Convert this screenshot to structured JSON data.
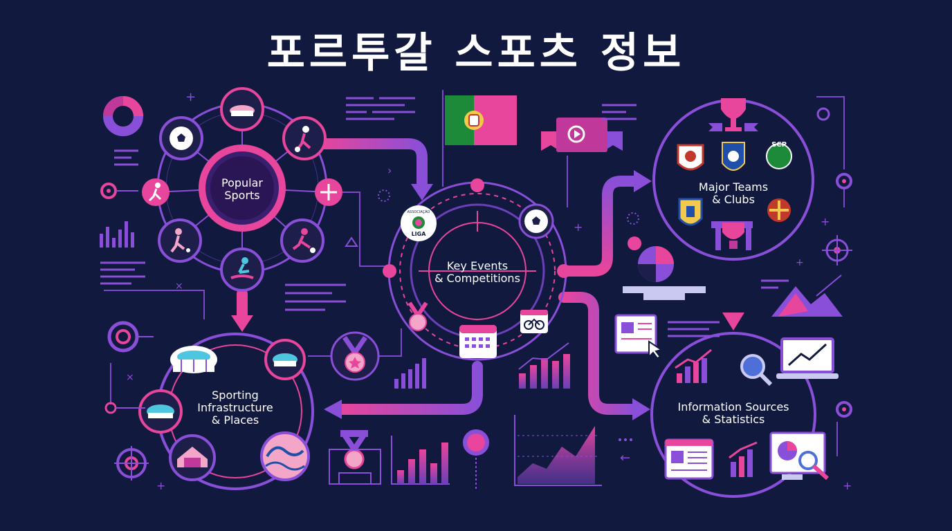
{
  "title": "포르투갈 스포츠 정보",
  "colors": {
    "background": "#111a3e",
    "magenta": "#e8459c",
    "purple": "#8a4fd8",
    "violet": "#6b3fb8",
    "pink_light": "#f3a6c8"
  },
  "hubs": {
    "popular_sports": "Popular\nSports",
    "key_events": "Key Events\n& Competitions",
    "major_teams": "Major Teams\n& Clubs",
    "infrastructure": "Sporting\nInfrastructure\n& Places",
    "information": "Information Sources\n& Statistics"
  },
  "badges": {
    "liga_top": "ASSOCIAÇÃO",
    "liga_bottom": "LIGA",
    "scp": "SCP"
  },
  "icons": [
    "stadium-icon",
    "soccer-ball-icon",
    "footballer-icon",
    "runner-icon",
    "plus-icon",
    "hockey-player-icon",
    "surfer-icon",
    "trophy-icon",
    "medal-icon",
    "calendar-icon",
    "cycling-icon",
    "video-icon",
    "portugal-flag-icon",
    "magnifier-icon",
    "laptop-chart-icon",
    "document-icon",
    "wave-icon",
    "target-icon",
    "bar-chart-icon",
    "area-chart-icon",
    "pie-chart-icon"
  ]
}
